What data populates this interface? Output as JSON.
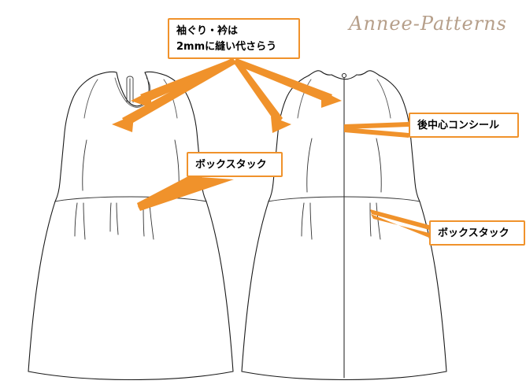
{
  "logo": {
    "text": "Annee-Patterns",
    "color": "#b39a84"
  },
  "theme": {
    "accent": "#F0922B",
    "line": "#1a1a1a",
    "background": "#ffffff"
  },
  "illustration": {
    "type": "technical-flat-sketch",
    "garment": "sleeveless a-line dress",
    "views": [
      {
        "name": "front-view",
        "label": "front"
      },
      {
        "name": "back-view",
        "label": "back"
      }
    ]
  },
  "callouts": [
    {
      "id": "seam-allowance",
      "text": "袖ぐり・衿は\n2mmに縫い代さらう",
      "targets": [
        "front-neckline",
        "front-armhole",
        "back-neckline",
        "back-armhole"
      ],
      "arrows": 4
    },
    {
      "id": "box-tuck-front",
      "text": "ボックスタック",
      "targets": [
        "front-skirt-pleat"
      ],
      "arrows": 2
    },
    {
      "id": "concealed-zipper",
      "text": "後中心コンシール",
      "targets": [
        "center-back-seam"
      ],
      "arrows": 2
    },
    {
      "id": "box-tuck-back",
      "text": "ボックスタック",
      "targets": [
        "back-skirt-pleat"
      ],
      "arrows": 2
    }
  ]
}
